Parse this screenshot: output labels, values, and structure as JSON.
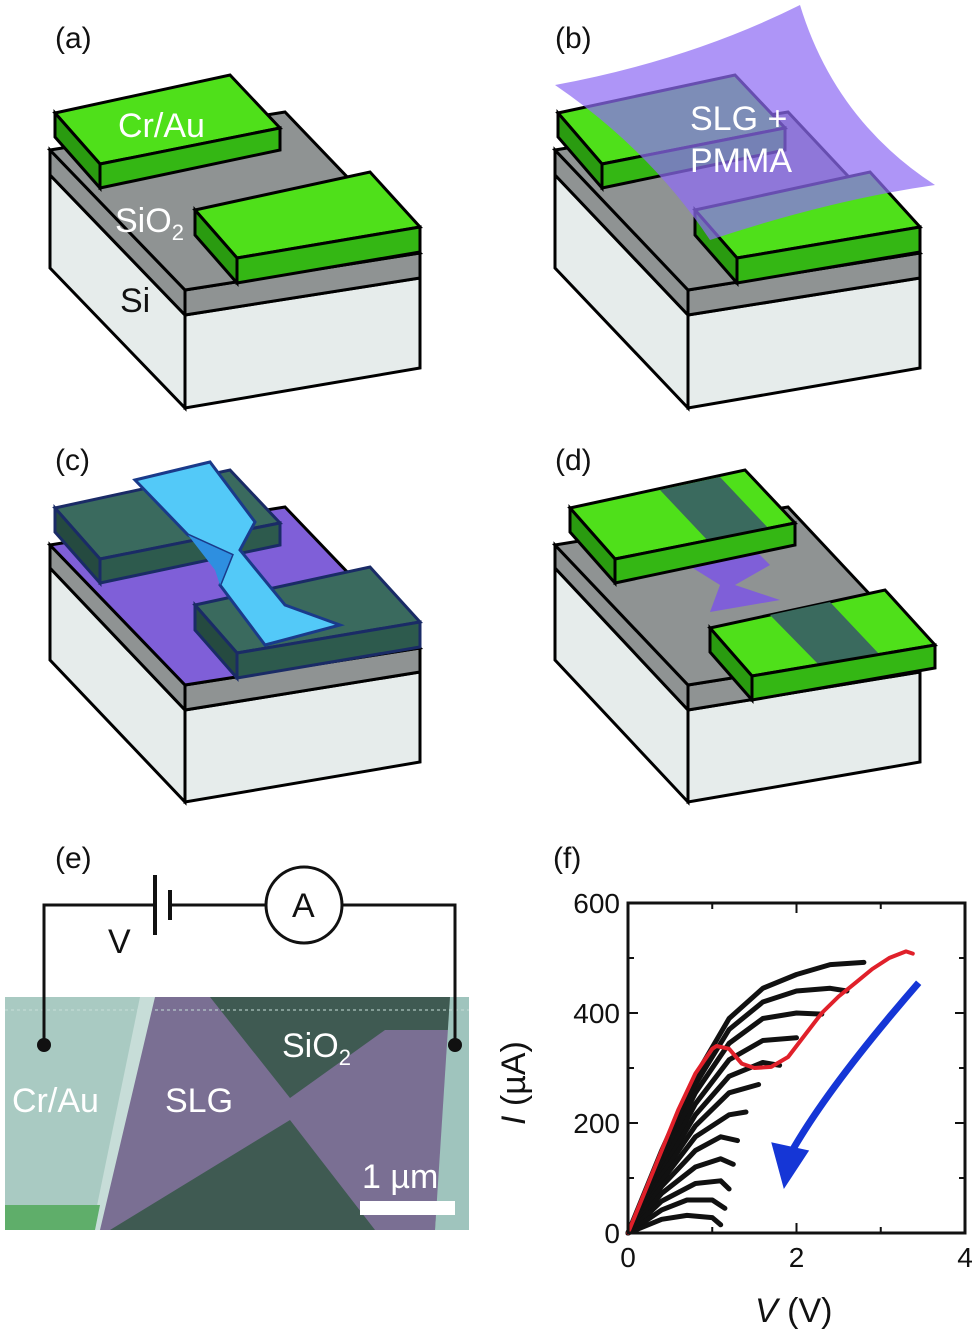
{
  "panels": {
    "a": {
      "label": "(a)",
      "electrode": "Cr/Au",
      "oxide": "SiO",
      "oxide_sub": "2",
      "substrate": "Si"
    },
    "b": {
      "label": "(b)",
      "film_line1": "SLG +",
      "film_line2": "PMMA"
    },
    "c": {
      "label": "(c)"
    },
    "d": {
      "label": "(d)"
    },
    "e": {
      "label": "(e)",
      "voltage": "V",
      "ammeter": "A",
      "electrode": "Cr/Au",
      "graphene": "SLG",
      "oxide": "SiO",
      "oxide_sub": "2",
      "scalebar": "1 µm"
    },
    "f": {
      "label": "(f)"
    }
  },
  "colors": {
    "gold_electrode": "#4fe01a",
    "oxide": "#8f9393",
    "silicon": "#e6eceb",
    "pmma": "#8f6cf4",
    "resist": "#53c9f8",
    "trace_red": "#e0202a",
    "arrow_blue": "#1536d6"
  },
  "chart_data": {
    "type": "line",
    "x_label_var": "V",
    "x_label_unit": " (V)",
    "y_label_var": "I",
    "y_label_unit": " (µA)",
    "xlim": [
      0,
      4
    ],
    "ylim": [
      0,
      600
    ],
    "xticks": [
      0,
      2,
      4
    ],
    "yticks": [
      0,
      200,
      400,
      600
    ],
    "grid": false,
    "series": [
      {
        "color": "#e0202a",
        "x": [
          0,
          0.2,
          0.4,
          0.6,
          0.8,
          1.0,
          1.05,
          1.2,
          1.35,
          1.5,
          1.7,
          1.9,
          2.1,
          2.3,
          2.5,
          2.7,
          2.9,
          3.1,
          3.3,
          3.38
        ],
        "y": [
          0,
          75,
          150,
          225,
          290,
          335,
          340,
          335,
          308,
          300,
          302,
          320,
          360,
          400,
          430,
          455,
          480,
          500,
          512,
          508
        ]
      },
      {
        "color": "#111111",
        "x": [
          0,
          0.4,
          0.8,
          1.2,
          1.6,
          2.0,
          2.4,
          2.8
        ],
        "y": [
          0,
          150,
          285,
          390,
          445,
          470,
          488,
          492
        ]
      },
      {
        "color": "#111111",
        "x": [
          0,
          0.4,
          0.8,
          1.2,
          1.6,
          2.0,
          2.4,
          2.6
        ],
        "y": [
          0,
          140,
          270,
          370,
          420,
          440,
          445,
          440
        ]
      },
      {
        "color": "#111111",
        "x": [
          0,
          0.4,
          0.8,
          1.2,
          1.6,
          2.0,
          2.3
        ],
        "y": [
          0,
          130,
          255,
          345,
          390,
          400,
          398
        ]
      },
      {
        "color": "#111111",
        "x": [
          0,
          0.4,
          0.8,
          1.2,
          1.6,
          2.0
        ],
        "y": [
          0,
          120,
          235,
          315,
          350,
          355
        ]
      },
      {
        "color": "#111111",
        "x": [
          0,
          0.4,
          0.8,
          1.2,
          1.6,
          1.8
        ],
        "y": [
          0,
          112,
          215,
          285,
          310,
          305
        ]
      },
      {
        "color": "#111111",
        "x": [
          0,
          0.4,
          0.8,
          1.2,
          1.55
        ],
        "y": [
          0,
          105,
          195,
          255,
          270
        ]
      },
      {
        "color": "#111111",
        "x": [
          0,
          0.4,
          0.8,
          1.2,
          1.4
        ],
        "y": [
          0,
          95,
          175,
          215,
          220
        ]
      },
      {
        "color": "#111111",
        "x": [
          0,
          0.4,
          0.8,
          1.1,
          1.3
        ],
        "y": [
          0,
          85,
          150,
          175,
          168
        ]
      },
      {
        "color": "#111111",
        "x": [
          0,
          0.4,
          0.8,
          1.1,
          1.25
        ],
        "y": [
          0,
          72,
          120,
          135,
          125
        ]
      },
      {
        "color": "#111111",
        "x": [
          0,
          0.4,
          0.8,
          1.1,
          1.2
        ],
        "y": [
          0,
          58,
          90,
          95,
          80
        ]
      },
      {
        "color": "#111111",
        "x": [
          0,
          0.4,
          0.7,
          1.0,
          1.15
        ],
        "y": [
          0,
          42,
          60,
          60,
          45
        ]
      },
      {
        "color": "#111111",
        "x": [
          0,
          0.4,
          0.7,
          1.0,
          1.1
        ],
        "y": [
          0,
          25,
          32,
          28,
          15
        ]
      }
    ]
  }
}
